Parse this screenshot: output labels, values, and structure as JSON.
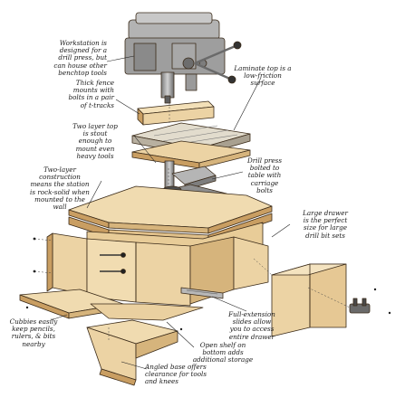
{
  "callouts": {
    "workstation": "Workstation is\ndesigned for a\ndrill press, but\ncan house other\nbenchtop tools",
    "laminate": "Laminate top is a\nlow-friction\nsurface",
    "fence": "Thick fence\nmounts with\nbolts in a pair\nof t-tracks",
    "two_layer_top": "Two layer top\nis stout\nenough to\nmount even\nheavy tools",
    "drill_bolted": "Drill press\nbolted to\ntable with\ncarriage\nbolts",
    "two_layer_construction": "Two-layer\nconstruction\nmeans the station\nis rock-solid when\nmounted to the\nwall",
    "large_drawer": "Large drawer\nis the perfect\nsize for large\ndrill bit sets",
    "slides": "Full-extension\nslides allow\nyou to access\nentire drawer",
    "cubbies": "Cubbies easily\nkeep pencils,\nrulers, & bits\nnearby",
    "open_shelf": "Open shelf on\nbottom adds\nadditional storage",
    "angled_base": "Angled base offers\nclearance for tools\nand knees"
  },
  "colors": {
    "wood": "#ecd3a4",
    "wood_dark": "#d6b47c",
    "wood_side": "#c99e62",
    "laminate": "#e2dccd",
    "metal": "#9a9a9a",
    "metal_dark": "#5f5f5f",
    "outline": "#3a2a18"
  }
}
